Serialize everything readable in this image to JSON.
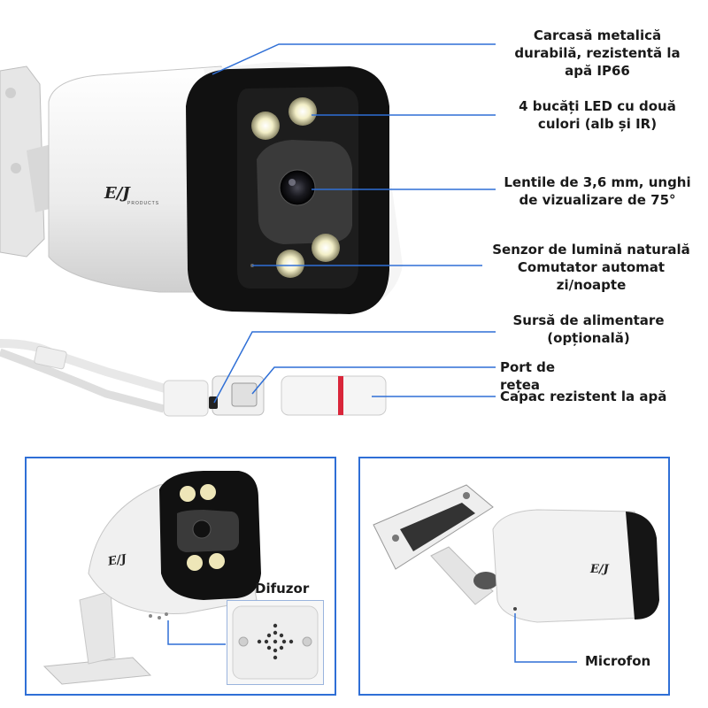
{
  "callouts": {
    "housing": "Carcasă metalică\ndurabilă, rezistentă la\napă IP66",
    "leds": "4 bucăți LED cu două\nculori (alb și IR)",
    "lens": "Lentile de 3,6 mm, unghi\nde vizualizare de 75°",
    "sensor": "Senzor de lumină naturală\nComutator automat\nzi/noapte",
    "power": "Sursă de alimentare\n(opțională)",
    "port": "Port de rețea",
    "cap": "Capac rezistent la apă"
  },
  "logo": {
    "main": "E/J",
    "sub": "PRODUCTS"
  },
  "panels": {
    "speaker_label": "Difuzor",
    "mic_label": "Microfon"
  },
  "colors": {
    "accent": "#2f6fd6",
    "camera_front": "#111111",
    "camera_body": "#f2f2f2",
    "led": "#e8e2b0"
  }
}
